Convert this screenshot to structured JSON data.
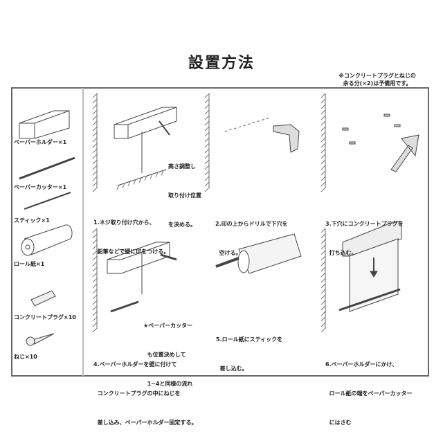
{
  "title": "設置方法",
  "note": [
    "※コンクリートプラグとねじの",
    "余る分(×2)は予備用です。"
  ],
  "parts": [
    {
      "label": "ペーパーホルダー×1"
    },
    {
      "label": "ペーパーカッター×1"
    },
    {
      "label": "スティック×1"
    },
    {
      "label": "ロール紙×1"
    },
    {
      "label": "コンクリートプラグ×10"
    },
    {
      "label": "ねじ×10"
    }
  ],
  "steps": [
    {
      "lines": [
        "1.ネジ取り付け穴から、",
        "  鉛筆などで壁に印をつける。"
      ],
      "callout": [
        "高さ調整し",
        "取り付け位置",
        "を決める。"
      ]
    },
    {
      "lines": [
        "2.印の上からドリルで下穴を",
        "  空ける。"
      ]
    },
    {
      "lines": [
        "3.下穴にコンクリートプラグを",
        "  打ち込む。"
      ]
    },
    {
      "lines": [
        "4.ペーパーホルダーを壁に付けて",
        "  コンクリートプラグの中にねじを",
        "  差し込み、ペーパーホルダー固定する。"
      ],
      "callout": [
        "★ペーパーカッター",
        "  も位置決めして",
        "  1~4と同様の流れ"
      ]
    },
    {
      "lines": [
        "5.ロール紙にスティックを",
        "  差し込む。"
      ]
    },
    {
      "lines": [
        "6.ペーパーホルダーにかけ、",
        "  ロール紙の端をペーパーカッター",
        "  にはさむ"
      ]
    }
  ]
}
